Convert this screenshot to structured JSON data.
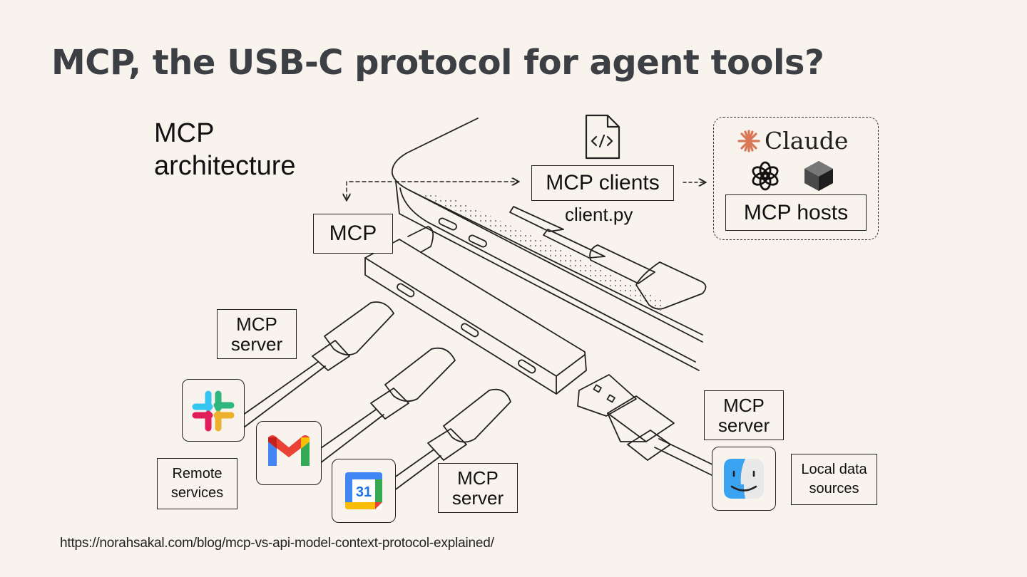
{
  "slide": {
    "title": "MCP, the USB-C protocol for agent tools?",
    "source_url": "https://norahsakal.com/blog/mcp-vs-api-model-context-protocol-explained/"
  },
  "diagram": {
    "heading_line1": "MCP",
    "heading_line2": "architecture",
    "mcp_label": "MCP",
    "clients_label": "MCP clients",
    "client_file": "client.py",
    "hosts_label": "MCP hosts",
    "claude_wordmark": "Claude",
    "server_line1": "MCP",
    "server_line2": "server",
    "remote_line1": "Remote",
    "remote_line2": "services",
    "local_line1": "Local data",
    "local_line2": "sources",
    "calendar_day": "31",
    "icons": [
      "code-file-icon",
      "claude-logo",
      "openai-logo",
      "perplexity-logo",
      "slack-icon",
      "gmail-icon",
      "google-calendar-icon",
      "finder-icon"
    ]
  }
}
